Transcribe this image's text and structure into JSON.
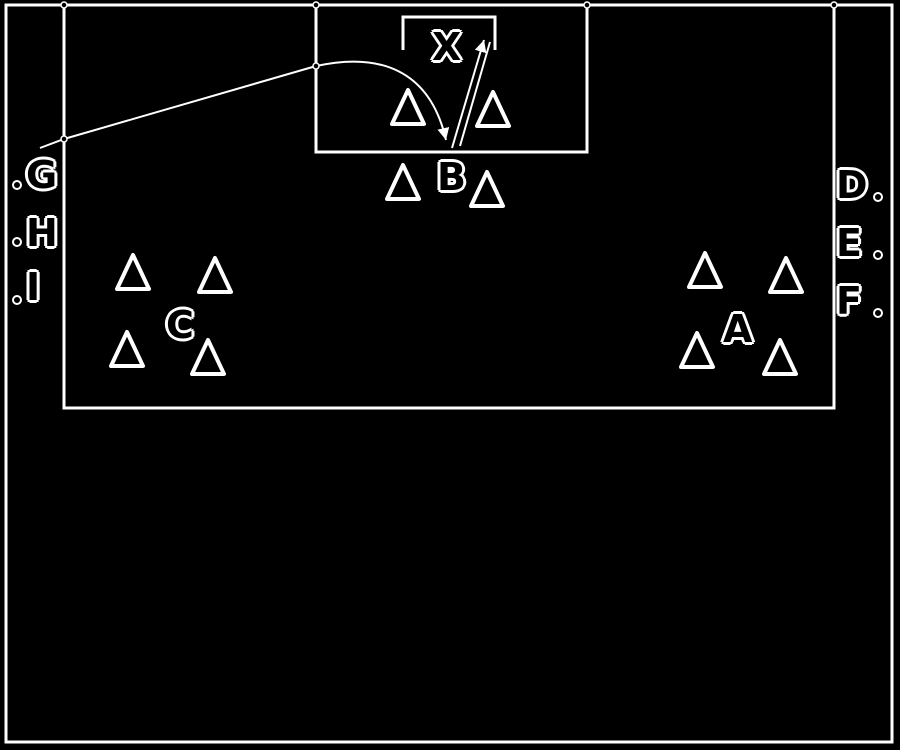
{
  "labels": {
    "x": "X",
    "b": "B",
    "a": "A",
    "c": "C",
    "d": "D",
    "e": "E",
    "f": "F",
    "g": "G",
    "h": "H",
    "i": "I"
  },
  "colors": {
    "background": "#000000",
    "lines": "#ffffff"
  },
  "cone_groups": [
    "goal-area-cones",
    "group-b-cones",
    "group-c-cones",
    "group-a-cones"
  ]
}
